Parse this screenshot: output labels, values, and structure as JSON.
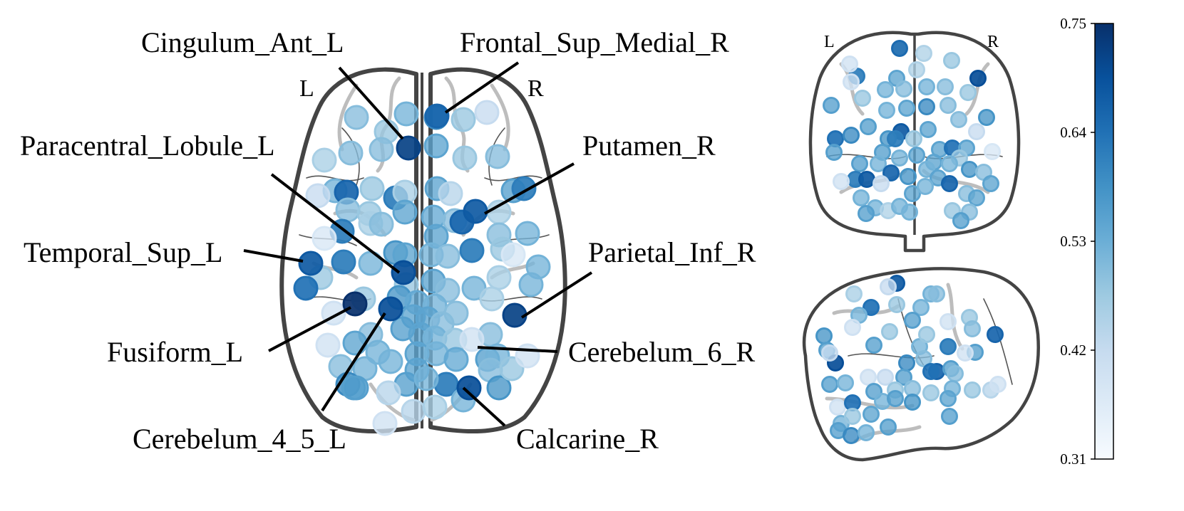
{
  "axial_view": {
    "hemisphere_left": "L",
    "hemisphere_right": "R",
    "labels": [
      {
        "id": "cingulum-ant-l",
        "text": "Cingulum_Ant_L",
        "value": 0.72
      },
      {
        "id": "frontal-sup-medial-r",
        "text": "Frontal_Sup_Medial_R",
        "value": 0.66
      },
      {
        "id": "paracentral-lobule-l",
        "text": "Paracentral_Lobule_L",
        "value": 0.7
      },
      {
        "id": "putamen-r",
        "text": "Putamen_R",
        "value": 0.68
      },
      {
        "id": "temporal-sup-l",
        "text": "Temporal_Sup_L",
        "value": 0.68
      },
      {
        "id": "parietal-inf-r",
        "text": "Parietal_Inf_R",
        "value": 0.72
      },
      {
        "id": "fusiform-l",
        "text": "Fusiform_L",
        "value": 0.75
      },
      {
        "id": "cerebelum-6-r",
        "text": "Cerebelum_6_R",
        "value": 0.4
      },
      {
        "id": "cerebelum-4-5-l",
        "text": "Cerebelum_4_5_L",
        "value": 0.7
      },
      {
        "id": "calcarine-r",
        "text": "Calcarine_R",
        "value": 0.7
      }
    ]
  },
  "coronal_view": {
    "hemisphere_left": "L",
    "hemisphere_right": "R"
  },
  "colorbar": {
    "colormap": "Blues",
    "min": 0.31,
    "max": 0.75,
    "tick_labels": [
      "0.75",
      "0.64",
      "0.53",
      "0.42",
      "0.31"
    ]
  }
}
